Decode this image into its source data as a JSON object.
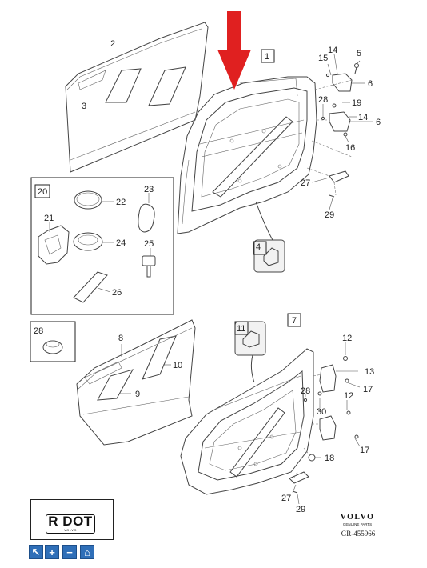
{
  "callouts": {
    "c1": "1",
    "c2": "2",
    "c3": "3",
    "c4": "4",
    "c5": "5",
    "c6a": "6",
    "c6b": "6",
    "c7": "7",
    "c8": "8",
    "c9": "9",
    "c10": "10",
    "c11": "11",
    "c12a": "12",
    "c12b": "12",
    "c13": "13",
    "c14a": "14",
    "c14b": "14",
    "c15": "15",
    "c16": "16",
    "c17a": "17",
    "c17b": "17",
    "c18": "18",
    "c19": "19",
    "c20": "20",
    "c21": "21",
    "c22": "22",
    "c23": "23",
    "c24": "24",
    "c25": "25",
    "c26": "26",
    "c27a": "27",
    "c27b": "27",
    "c28a": "28",
    "c28b": "28",
    "c28c": "28",
    "c29a": "29",
    "c29b": "29",
    "c30": "30"
  },
  "logo": {
    "title": "R DOT",
    "subtitle": "VOLVO"
  },
  "brand": {
    "name": "VOLVO",
    "sub": "GENUINE PARTS",
    "ref": "GR-455966"
  },
  "controls": {
    "pointer": "↖",
    "zoom_in": "+",
    "zoom_out": "−",
    "home": "⌂"
  },
  "colors": {
    "arrow": "#e02020",
    "callout_highlight": "#c9a15a",
    "nav": "#2f6fb8"
  },
  "icons": {
    "pointer": "cursor-icon",
    "zoom_in": "zoom-in-icon",
    "zoom_out": "zoom-out-icon",
    "home": "home-icon"
  }
}
